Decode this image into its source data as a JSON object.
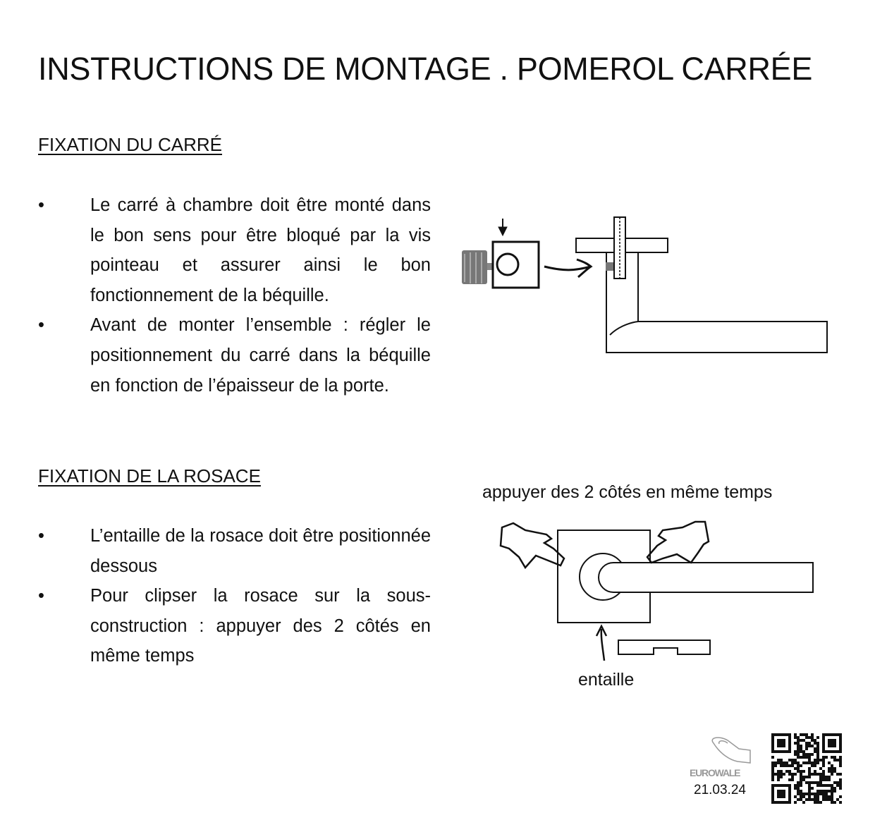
{
  "title": "INSTRUCTIONS DE MONTAGE . POMEROL CARRÉE",
  "sections": [
    {
      "heading": "FIXATION DU CARRÉ",
      "bullets": [
        "Le carré à chambre doit être monté dans le bon sens pour être bloqué par la vis pointeau et assurer ainsi le bon fonctionnement de la béquille.",
        "Avant de monter l’ensemble : régler le positionnement du carré dans la béquille en fonction de l’épaisseur de la porte."
      ]
    },
    {
      "heading": "FIXATION DE LA ROSACE",
      "bullets": [
        "L’entaille de la rosace doit être positionnée dessous",
        "Pour clipser la rosace sur la sous-construction : appuyer des 2 côtés en même temps"
      ]
    }
  ],
  "diagram2": {
    "caption_top": "appuyer des 2 côtés en même temps",
    "caption_bottom": "entaille"
  },
  "footer": {
    "brand": "EUROWALE",
    "date": "21.03.24"
  },
  "bullet_char": "•"
}
